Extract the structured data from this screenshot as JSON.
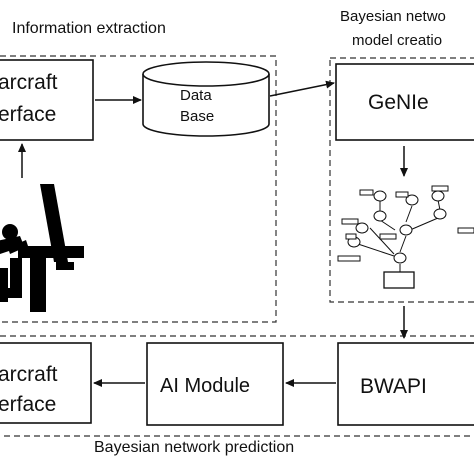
{
  "labels": {
    "info_extraction": "Information extraction",
    "bn_creation_line1": "Bayesian netwo",
    "bn_creation_line2": "model creatio",
    "bn_prediction": "Bayesian network prediction"
  },
  "boxes": {
    "interface_top_line1": "arcraft",
    "interface_top_line2": "erface",
    "database_line1": "Data",
    "database_line2": "Base",
    "genie": "GeNIe",
    "interface_bottom_line1": "arcraft",
    "interface_bottom_line2": "erface",
    "ai_module": "AI Module",
    "bwapi": "BWAPI"
  },
  "icons": {
    "person_at_computer": "person-at-computer-icon",
    "bayesian_network_graph": "bayesian-network-graph-icon"
  },
  "colors": {
    "line": "#111111",
    "background": "#ffffff"
  }
}
